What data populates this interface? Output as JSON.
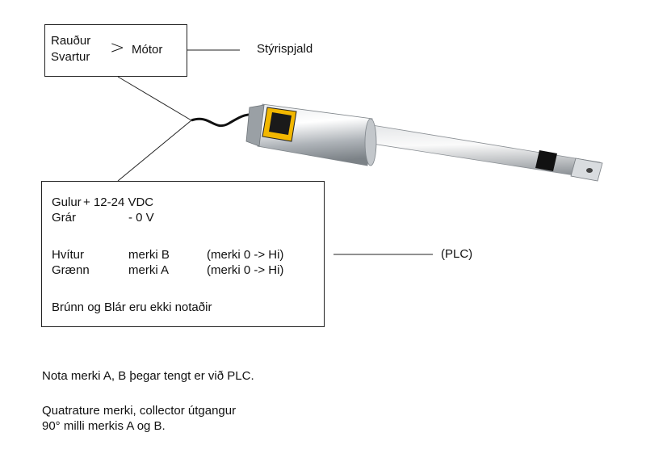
{
  "motor_box": {
    "red_wire": "Rauður",
    "black_wire": "Svartur",
    "join_symbol": ">",
    "motor": "Mótor"
  },
  "control_panel": "Stýrispjald",
  "actuator": {
    "icon": "linear-actuator-icon",
    "colors": {
      "body": "#bfc3c7",
      "label": "#f2b700",
      "cable": "#111111",
      "sleeve": "#111111"
    }
  },
  "signal_box": {
    "rows": [
      {
        "wire": "Gulur",
        "value": "+ 12-24 VDC",
        "note": ""
      },
      {
        "wire": "Grár",
        "value": "- 0 V",
        "note": ""
      },
      {
        "wire": "Hvítur",
        "value": "merki B",
        "note": "(merki  0 -> Hi)"
      },
      {
        "wire": "Grænn",
        "value": "merki A",
        "note": "(merki  0 -> Hi)"
      }
    ],
    "unused": "Brúnn og Blár eru ekki notaðir"
  },
  "plc_label": "(PLC)",
  "notes": {
    "line1": "Nota merki A, B þegar tengt er við PLC.",
    "line2": "Quatrature merki, collector útgangur",
    "line3": "90° milli merkis A og B."
  }
}
